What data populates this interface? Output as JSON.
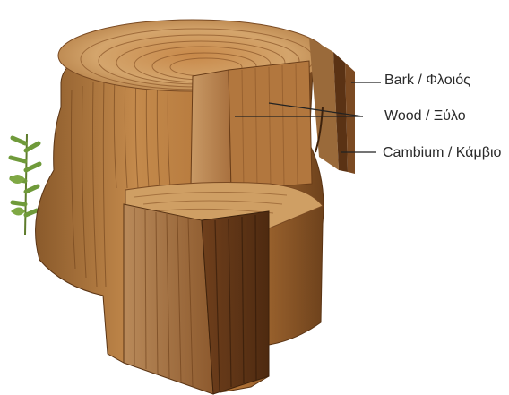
{
  "labels": {
    "bark": "Bark / Φλοιός",
    "wood": "Wood / Ξύλο",
    "cambium": "Cambium / Κάμβιο"
  },
  "colors": {
    "wood_light": "#d9a868",
    "wood_mid": "#b97a3e",
    "wood_dark": "#7a4a22",
    "bark_dark": "#4a2a12",
    "leaf": "#6f9a3a",
    "leader_line": "#222222"
  }
}
